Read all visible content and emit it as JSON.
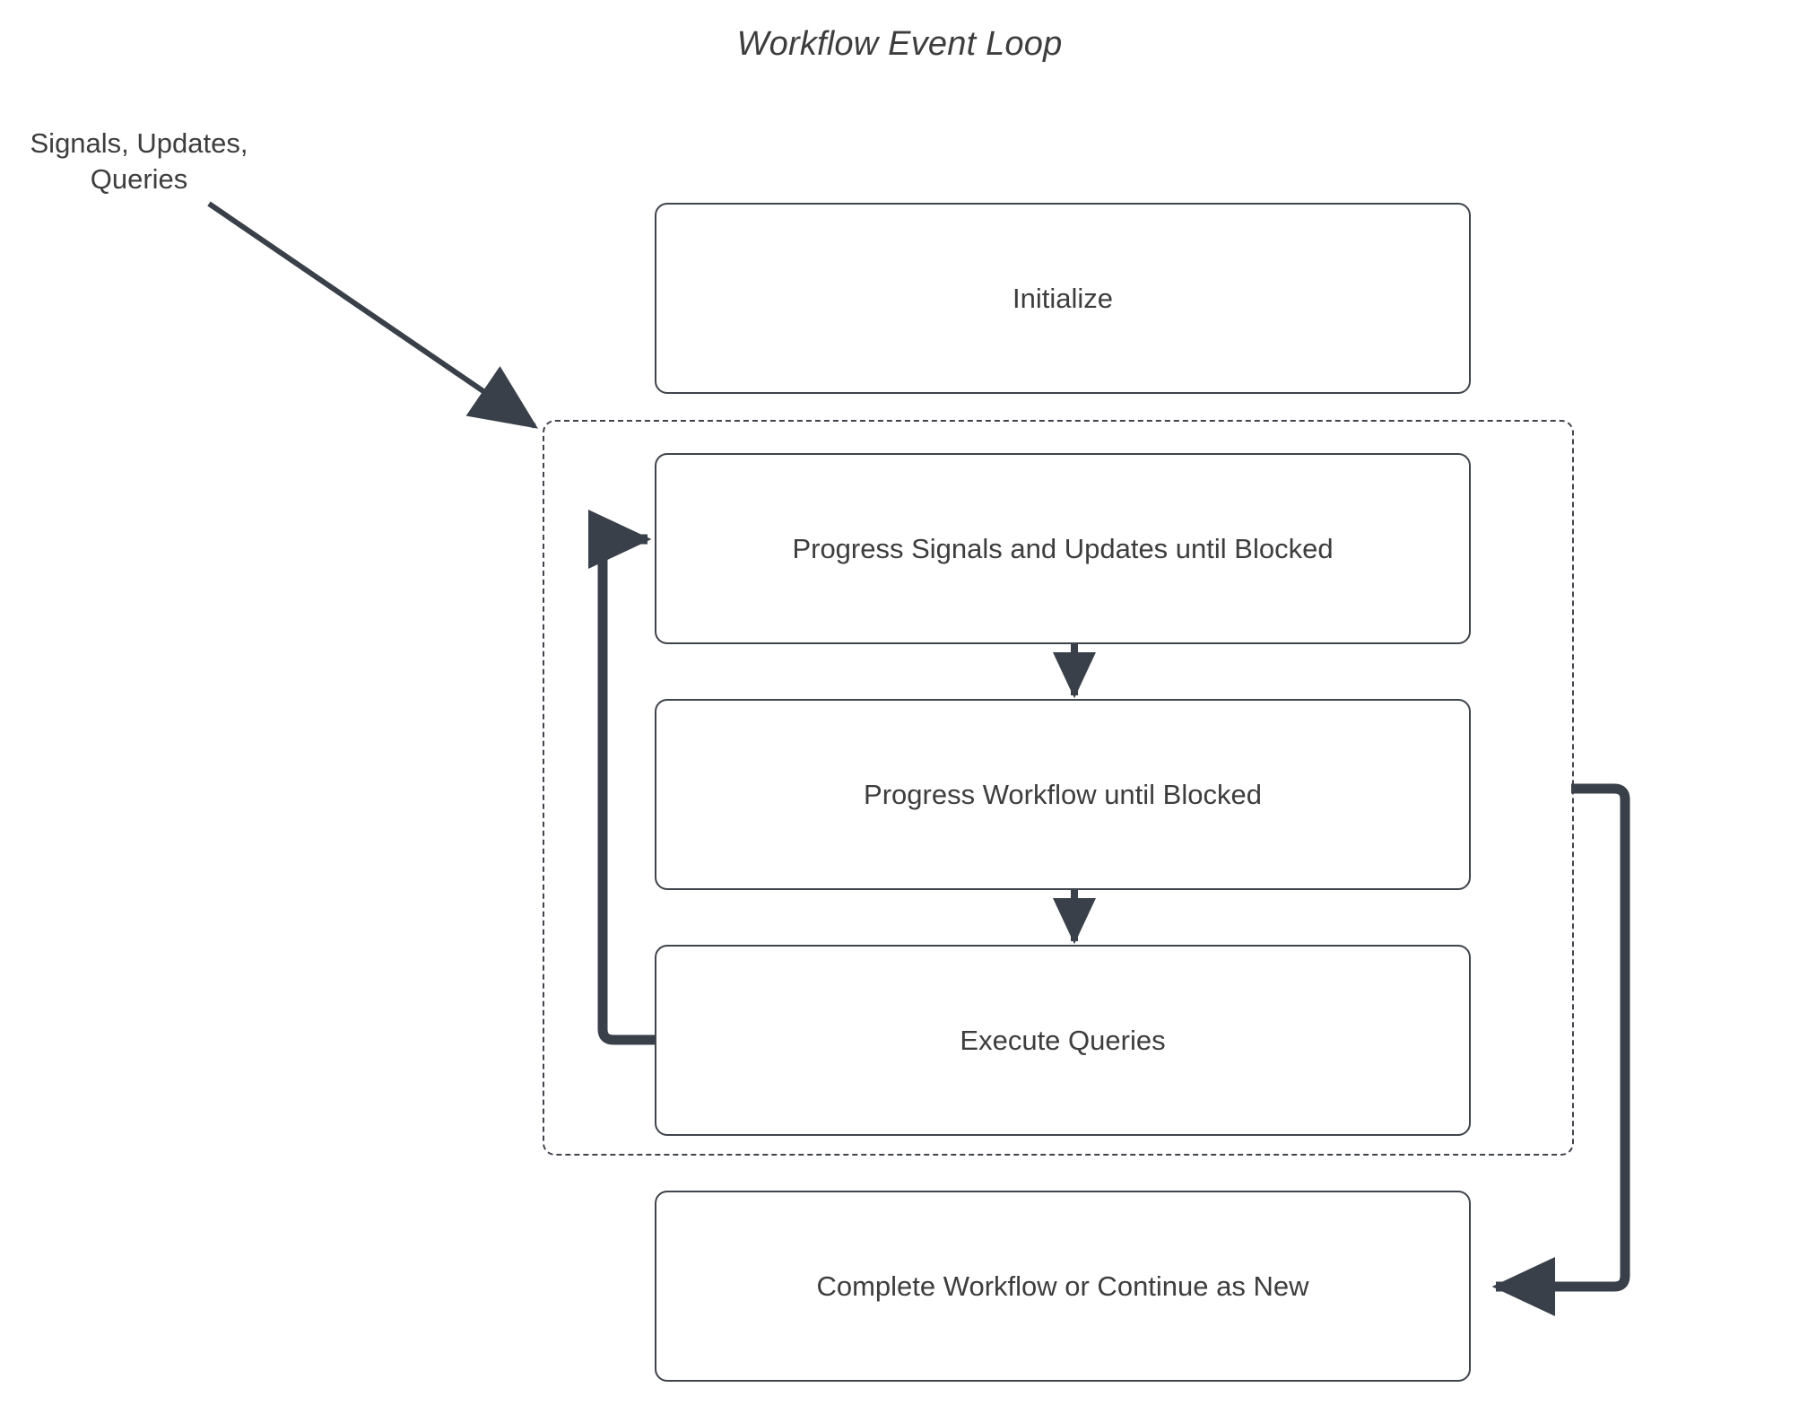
{
  "diagram": {
    "title": "Workflow Event Loop",
    "type": "flowchart",
    "background_color": "#ffffff",
    "node_border_color": "#40444c",
    "node_text_color": "#3d3d3d",
    "edge_color": "#3a4049",
    "loop_container_style": "dashed"
  },
  "external_labels": [
    {
      "id": "inbound-label",
      "text": "Signals, Updates,\nQueries"
    }
  ],
  "nodes": [
    {
      "id": "initialize",
      "label": "Initialize"
    },
    {
      "id": "progress-signals",
      "label": "Progress Signals and Updates until Blocked"
    },
    {
      "id": "progress-workflow",
      "label": "Progress Workflow until Blocked"
    },
    {
      "id": "execute-queries",
      "label": "Execute Queries"
    },
    {
      "id": "complete-workflow",
      "label": "Complete Workflow or Continue as New"
    }
  ],
  "loop_container": {
    "id": "event-loop-group",
    "label": "",
    "contains": [
      "progress-signals",
      "progress-workflow",
      "execute-queries"
    ]
  },
  "edges": [
    {
      "from": "inbound-label",
      "to": "event-loop-group",
      "style": "solid-arrow"
    },
    {
      "from": "progress-signals",
      "to": "progress-workflow",
      "style": "solid-arrow"
    },
    {
      "from": "progress-workflow",
      "to": "execute-queries",
      "style": "solid-arrow"
    },
    {
      "from": "execute-queries",
      "to": "progress-signals",
      "style": "loop-back-arrow"
    },
    {
      "from": "event-loop-group",
      "to": "complete-workflow",
      "style": "solid-arrow"
    }
  ]
}
